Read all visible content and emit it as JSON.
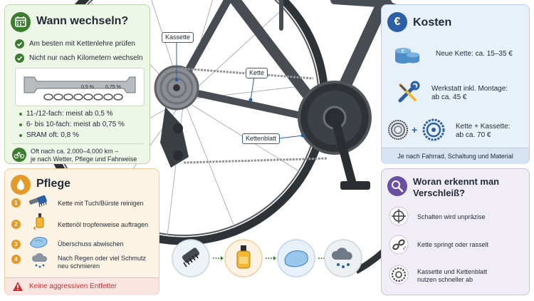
{
  "wechseln": {
    "title": "Wann wechseln?",
    "checks": [
      "Am besten mit Kettenlehre prüfen",
      "Nicht nur nach Kilometern wechseln"
    ],
    "gauge_marks": [
      "0,5 %",
      "0,75 %"
    ],
    "bullets": [
      "11-/12-fach: meist ab 0,5 %",
      "6- bis 10-fach: meist ab 0,75 %",
      "SRAM oft: 0,8 %"
    ],
    "km_note_line1": "Oft nach ca. 2.000–4.000 km –",
    "km_note_line2": "je nach Wetter, Pflege und Fahrweise"
  },
  "pflege": {
    "title": "Pflege",
    "steps": [
      {
        "num": "1",
        "text1": "Kette mit Tuch/Bürste reinigen",
        "text2": ""
      },
      {
        "num": "2",
        "text1": "Kettenöl tropfenweise auftragen",
        "text2": ""
      },
      {
        "num": "3",
        "text1": "Überschuss abwischen",
        "text2": ""
      },
      {
        "num": "4",
        "text1": "Nach Regen oder viel Schmutz",
        "text2": "neu schmieren"
      }
    ],
    "warning": "Keine aggressiven Entfetter"
  },
  "bike_labels": {
    "kassette": "Kassette",
    "kette": "Kette",
    "kettenblatt": "Kettenblatt"
  },
  "kosten": {
    "title": "Kosten",
    "euro_symbol": "€",
    "items": [
      {
        "line1": "Neue Kette: ca. 15–35 €",
        "line2": ""
      },
      {
        "line1": "Werkstatt inkl. Montage:",
        "line2": "ab ca. 45 €"
      },
      {
        "line1": "Kette + Kassette:",
        "line2": "ab ca. 70 €"
      }
    ],
    "plus": "+",
    "footer": "Je nach Fahrrad, Schaltung und Material"
  },
  "verschleiss": {
    "title_line1": "Woran erkennt man",
    "title_line2": "Verschleiß?",
    "items": [
      {
        "line1": "Schalten wird unpräzise",
        "line2": ""
      },
      {
        "line1": "Kette springt oder rasselt",
        "line2": ""
      },
      {
        "line1": "Kassette und Kettenblatt",
        "line2": "nutzen schneller ab"
      }
    ]
  },
  "colors": {
    "green": "#3a7d2e",
    "green_bg": "#eef6e8",
    "orange": "#e39a2b",
    "orange_bg": "#fdf3e4",
    "blue": "#2b5fa8",
    "blue_bg": "#e8f0fa",
    "purple": "#6b4fa0",
    "purple_bg": "#f1edf7",
    "red": "#c9302c"
  }
}
